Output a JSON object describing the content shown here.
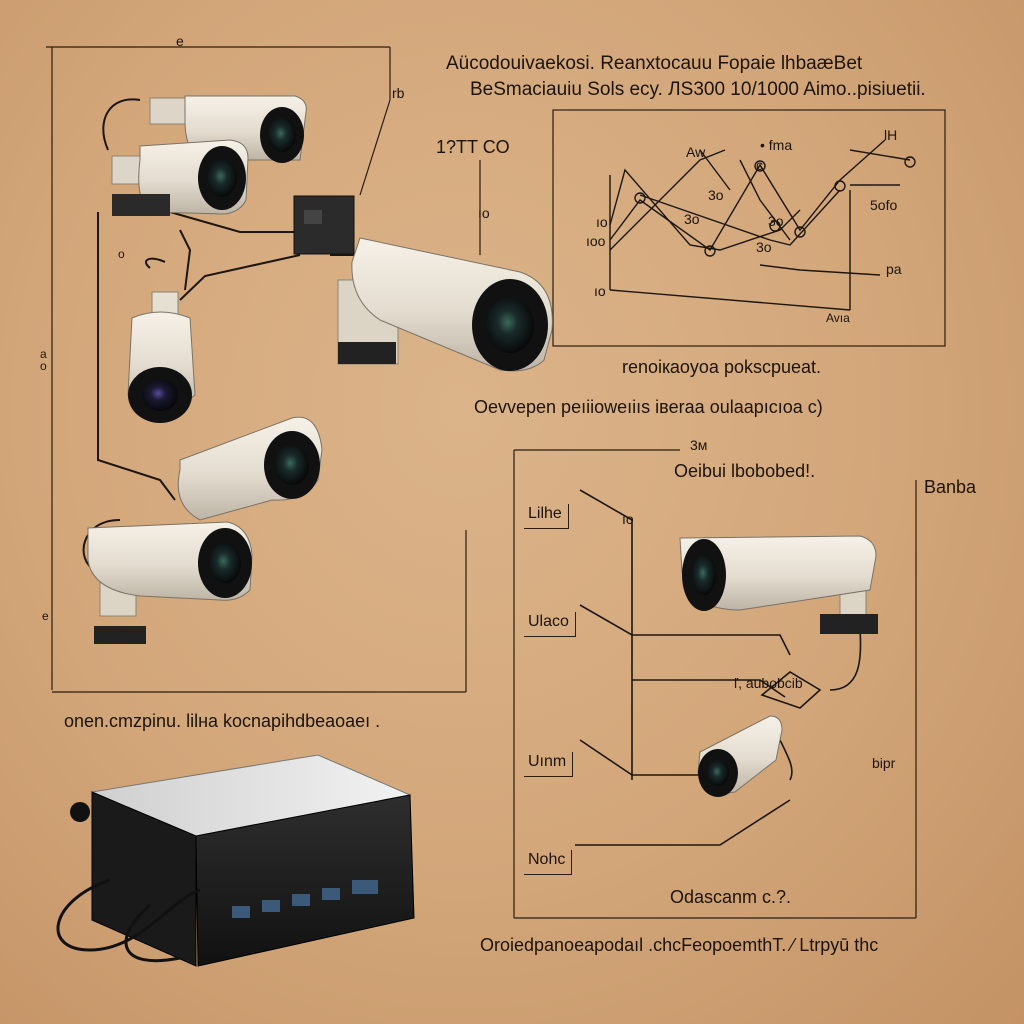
{
  "header": {
    "line1": "Aücodouivaekosi. Reanxtocauu  Fopaie lhbaæBet",
    "line2": "BeSmaciauiu Sols ecy. ЛS300 10/1000  Aimo..pisiuetii."
  },
  "top_left": {
    "corner_mark": "e",
    "lens_mark": "rb",
    "ptz_label": "1?TT CO",
    "side_mark": "ıo",
    "small_mark": "o",
    "left_mark": "e",
    "scale_mark": "a\no"
  },
  "graph": {
    "labels": [
      "• fma",
      "lH",
      "Aw",
      "3o",
      "c",
      "ıo",
      "3o",
      "3o",
      "ıoo",
      "3o",
      "5ofo",
      "pa",
      "ıo",
      "Avıa"
    ],
    "caption": "renoiкaoyoa pokscpueat."
  },
  "mid_caption": "Oevvepen peıiioweıiıs iвeraa oulaapıcıoa c)",
  "left_caption": "onen.cmzpinu. lilнa kocnapihdbeaoaeı .",
  "right_panel": {
    "top_mark": "3м",
    "title": "Oeibui lbobobed!.",
    "side_title": "Banba",
    "labels": [
      "Lilhe",
      "Ulaco",
      "Uınm",
      "Nohc"
    ],
    "small_marks": [
      "ıo",
      "ľ, aubobcib",
      "bipr"
    ],
    "footer": "Odascanm c.?."
  },
  "bottom_caption": "Oroiedpanoeapodaıl .chcFeopoemthT. ⁄ Ltrpyū  thc",
  "icons": [
    "bullet-camera-icon",
    "junction-box-icon",
    "dvr-recorder-icon"
  ]
}
